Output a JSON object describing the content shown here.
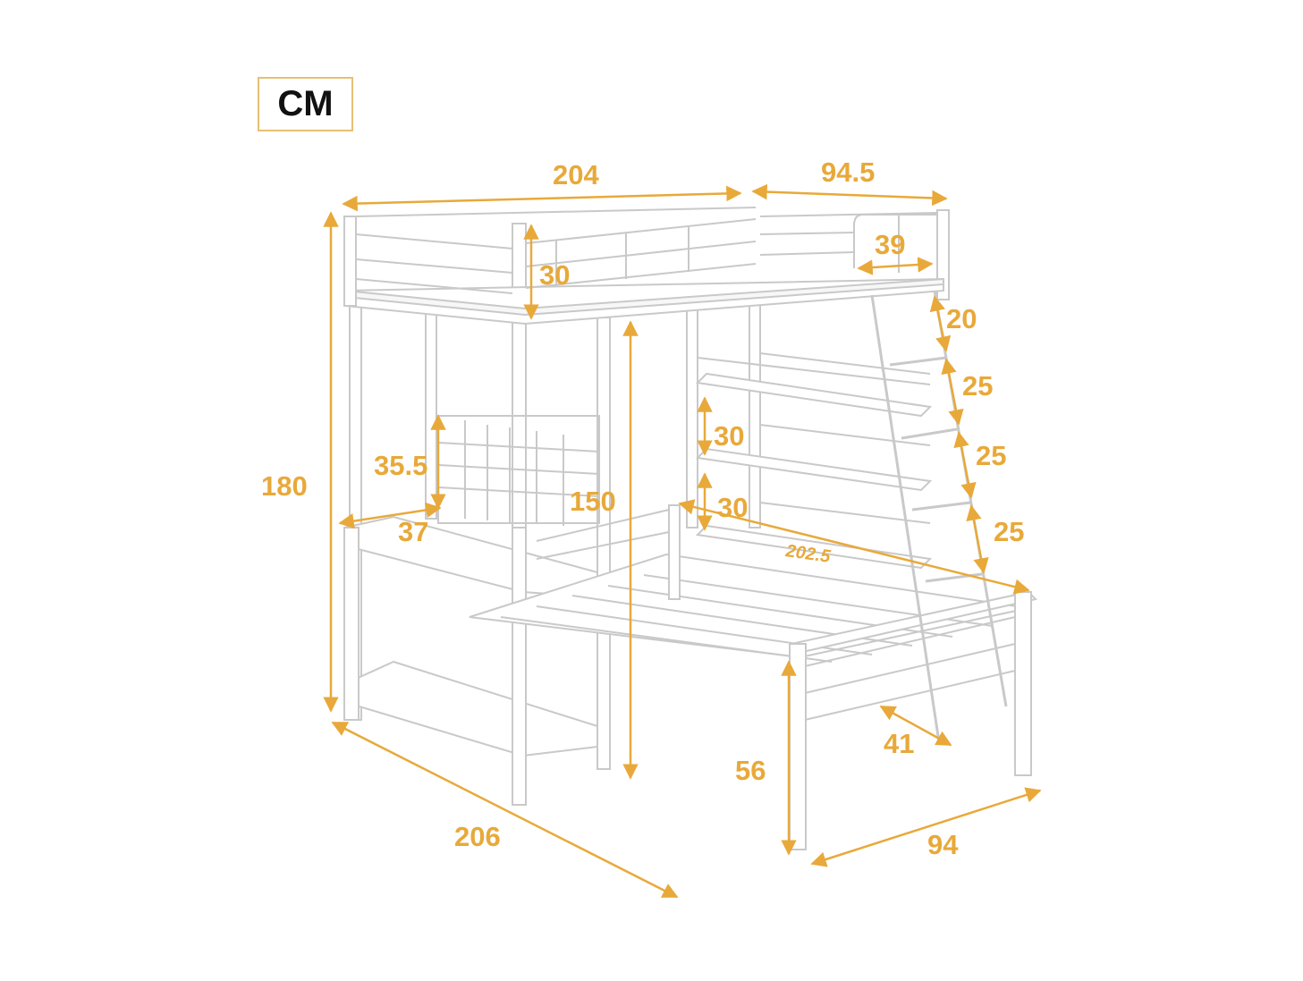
{
  "unit_label": "CM",
  "colors": {
    "dimension": "#e8a93a",
    "frame_stroke": "#c9c9c9",
    "frame_fill": "#ffffff",
    "unit_border": "#e8bf73",
    "unit_text": "#111111"
  },
  "dimensions": {
    "top_length": "204",
    "top_width": "94.5",
    "ladder_opening": "39",
    "guardrail_height": "30",
    "loft_full_height": "180",
    "desk_height": "150",
    "pegboard_height": "35.5",
    "desk_depth": "37",
    "shelf_gap_upper": "30",
    "shelf_gap_lower": "30",
    "lower_bed_length": "202.5",
    "ladder_step_top": "20",
    "ladder_step_1": "25",
    "ladder_step_2": "25",
    "ladder_step_3": "25",
    "ladder_base": "41",
    "lower_bed_height": "56",
    "bottom_length": "206",
    "bottom_width": "94"
  }
}
